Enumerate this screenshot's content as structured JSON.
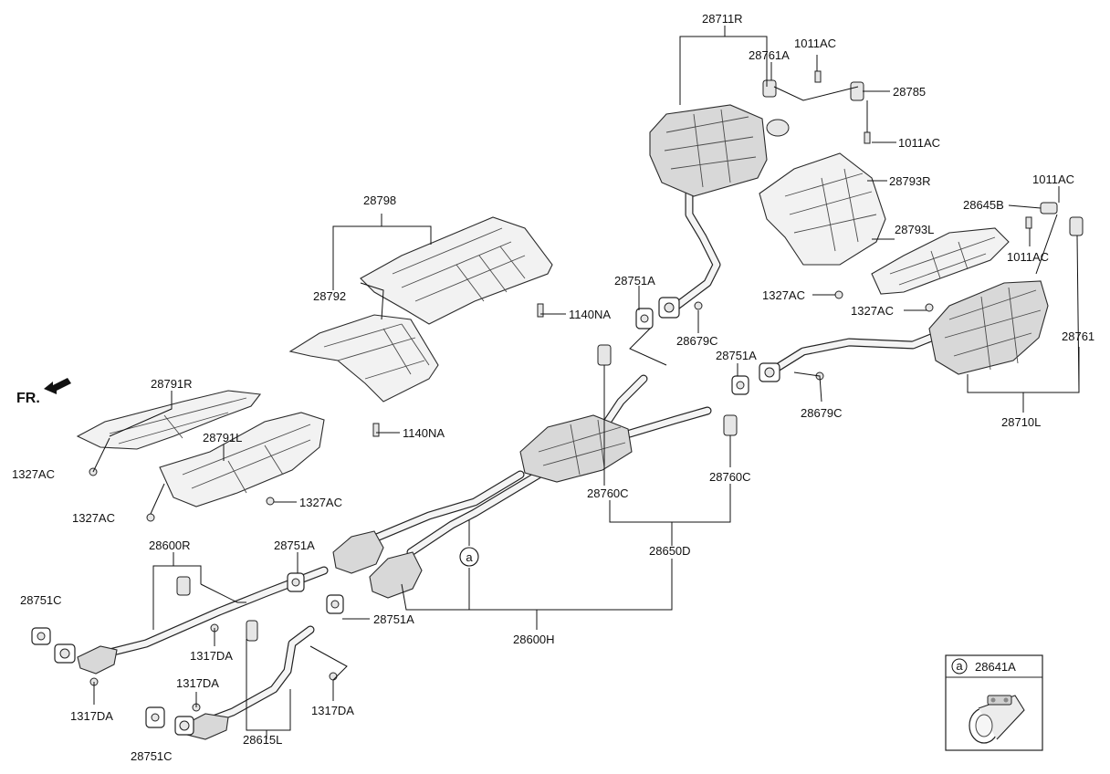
{
  "front_marker": {
    "label": "FR."
  },
  "callout_marker": {
    "letter": "a"
  },
  "labels": {
    "l_28711R": "28711R",
    "l_28761A": "28761A",
    "l_1011AC_1": "1011AC",
    "l_28785": "28785",
    "l_1011AC_2": "1011AC",
    "l_28793R": "28793R",
    "l_1011AC_3": "1011AC",
    "l_28645B": "28645B",
    "l_28793L": "28793L",
    "l_1011AC_4": "1011AC",
    "l_1327AC_1": "1327AC",
    "l_1327AC_2": "1327AC",
    "l_28761": "28761",
    "l_28798": "28798",
    "l_28792": "28792",
    "l_1140NA_1": "1140NA",
    "l_1140NA_2": "1140NA",
    "l_28751A_1": "28751A",
    "l_28679C_1": "28679C",
    "l_28751A_2": "28751A",
    "l_28679C_2": "28679C",
    "l_28710L": "28710L",
    "l_28791R": "28791R",
    "l_28791L": "28791L",
    "l_1327AC_3": "1327AC",
    "l_1327AC_4": "1327AC",
    "l_1327AC_5": "1327AC",
    "l_28760C_1": "28760C",
    "l_28760C_2": "28760C",
    "l_28650D": "28650D",
    "l_28600R": "28600R",
    "l_28751A_3": "28751A",
    "l_28751A_4": "28751A",
    "l_28751C_1": "28751C",
    "l_1317DA_1": "1317DA",
    "l_1317DA_2": "1317DA",
    "l_1317DA_3": "1317DA",
    "l_1317DA_4": "1317DA",
    "l_28600H": "28600H",
    "l_28615L": "28615L",
    "l_28751C_2": "28751C"
  },
  "inset": {
    "letter": "a",
    "part_number": "28641A"
  }
}
